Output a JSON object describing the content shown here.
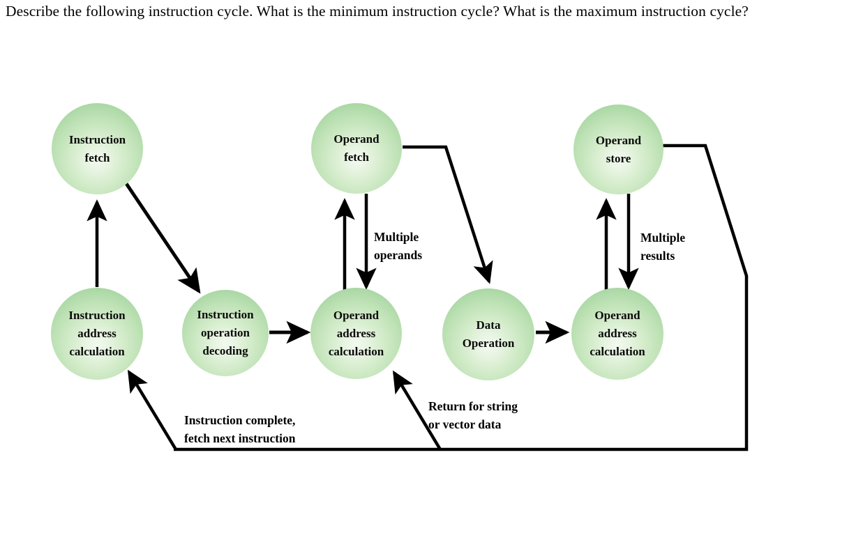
{
  "question": {
    "text": "Describe the following instruction cycle. What is the minimum instruction cycle? What is the maximum instruction cycle?"
  },
  "diagram": {
    "title": "Instruction cycle state diagram",
    "node_fill_edge_color": "#9bd09a",
    "node_fill_center_color": "#f2f9ef",
    "line_color": "#000000",
    "nodes": [
      {
        "id": "instruction-fetch",
        "label": "Instruction\nfetch"
      },
      {
        "id": "instruction-address-calculation",
        "label": "Instruction\naddress\ncalculation"
      },
      {
        "id": "instruction-operation-decoding",
        "label": "Instruction\noperation\ndecoding"
      },
      {
        "id": "operand-fetch",
        "label": "Operand\nfetch"
      },
      {
        "id": "operand-address-calculation-1",
        "label": "Operand\naddress\ncalculation"
      },
      {
        "id": "data-operation",
        "label": "Data\nOperation"
      },
      {
        "id": "operand-store",
        "label": "Operand\nstore"
      },
      {
        "id": "operand-address-calculation-2",
        "label": "Operand\naddress\ncalculation"
      }
    ],
    "edge_labels": [
      {
        "id": "multiple-operands",
        "text": "Multiple\noperands"
      },
      {
        "id": "multiple-results",
        "text": "Multiple\nresults"
      },
      {
        "id": "instruction-complete",
        "text": "Instruction complete,\nfetch next instruction"
      },
      {
        "id": "return-for-string",
        "text": "Return for string\nor vector data"
      }
    ]
  }
}
